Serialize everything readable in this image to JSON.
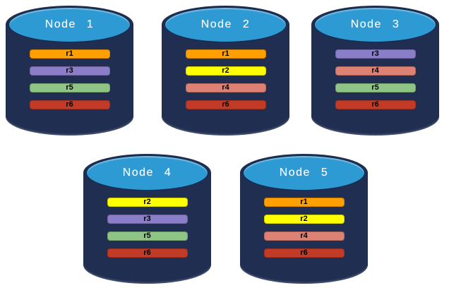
{
  "diagram": {
    "description": "Five database nodes shown as cylinders, each holding a set of replica bars",
    "palette": {
      "cylinder_body": "#1F2E51",
      "cylinder_lid": "#2E9AD4",
      "lid_outline": "#14294A",
      "title_text": "#FFFFFF",
      "bar_text": "#000000",
      "background": "#FFFFFF"
    },
    "replica_colors": {
      "r1": "#FFA000",
      "r2": "#FFFF00",
      "r3": "#8B7EC8",
      "r4": "#DC8173",
      "r5": "#8EC585",
      "r6": "#C23B27"
    },
    "nodes": [
      {
        "label": "Node 1",
        "replicas": [
          "r1",
          "r3",
          "r5",
          "r6"
        ]
      },
      {
        "label": "Node 2",
        "replicas": [
          "r1",
          "r2",
          "r4",
          "r6"
        ]
      },
      {
        "label": "Node 3",
        "replicas": [
          "r3",
          "r4",
          "r5",
          "r6"
        ]
      },
      {
        "label": "Node 4",
        "replicas": [
          "r2",
          "r3",
          "r5",
          "r6"
        ]
      },
      {
        "label": "Node 5",
        "replicas": [
          "r1",
          "r2",
          "r4",
          "r6"
        ]
      }
    ]
  }
}
